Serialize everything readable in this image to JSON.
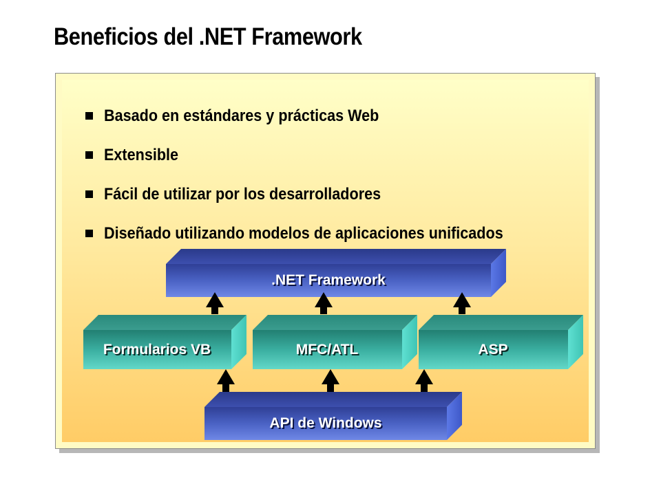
{
  "slide": {
    "title": "Beneficios del .NET Framework",
    "bullets": [
      "Basado en estándares y prácticas Web",
      "Extensible",
      "Fácil de utilizar por los desarrolladores",
      "Diseñado utilizando modelos de aplicaciones unificados"
    ]
  },
  "diagram": {
    "framework": ".NET Framework",
    "middle": [
      "Formularios VB",
      "MFC/ATL",
      "ASP"
    ],
    "base": "API de Windows"
  },
  "colors": {
    "blue_box": "#3f55b5",
    "teal_box": "#2f9a8c",
    "arrow": "#000000",
    "panel_top": "#ffffc8",
    "panel_bottom": "#ffcc66"
  }
}
